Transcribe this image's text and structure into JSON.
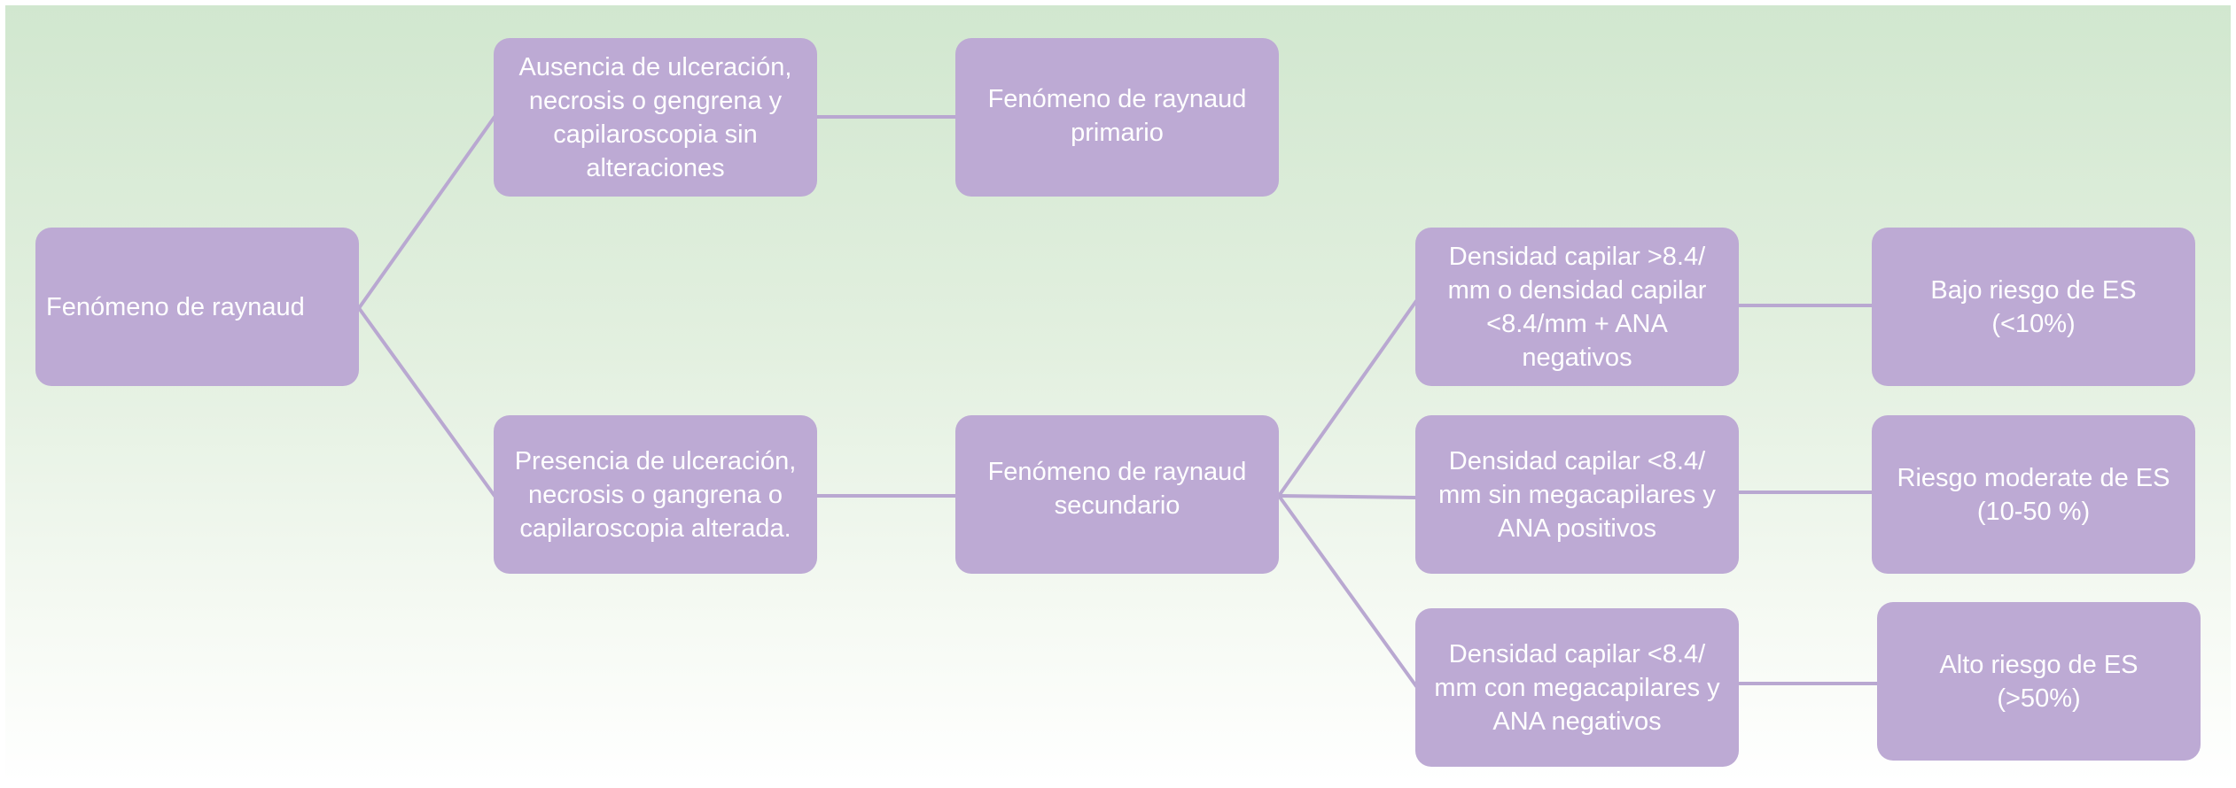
{
  "diagram": {
    "nodes": {
      "root": "Fenómeno de raynaud",
      "absence": "Ausencia de ulceración,\nnecrosis o gengrena y\ncapilaroscopia sin\nalteraciones",
      "presence": "Presencia de ulceración,\nnecrosis o gangrena o\ncapilaroscopia alterada.",
      "primary": "Fenómeno de raynaud\nprimario",
      "secondary": "Fenómeno de raynaud\nsecundario",
      "density_high": "Densidad capilar >8.4/\nmm o densidad capilar\n<8.4/mm + ANA\nnegativos",
      "density_no_mega": "Densidad capilar <8.4/\nmm sin megacapilares y\nANA positivos",
      "density_mega": "Densidad capilar <8.4/\nmm con megacapilares y\nANA negativos",
      "risk_low": "Bajo riesgo de ES\n(<10%)",
      "risk_moderate": "Riesgo moderate de ES\n(10-50 %)",
      "risk_high": "Alto riesgo de ES\n(>50%)"
    },
    "colors": {
      "node_fill": "#bdaad4",
      "node_text": "#ffffff",
      "connector": "#b9a8d1",
      "background_top": "#d1e7cf",
      "background_bottom": "#ffffff"
    }
  }
}
